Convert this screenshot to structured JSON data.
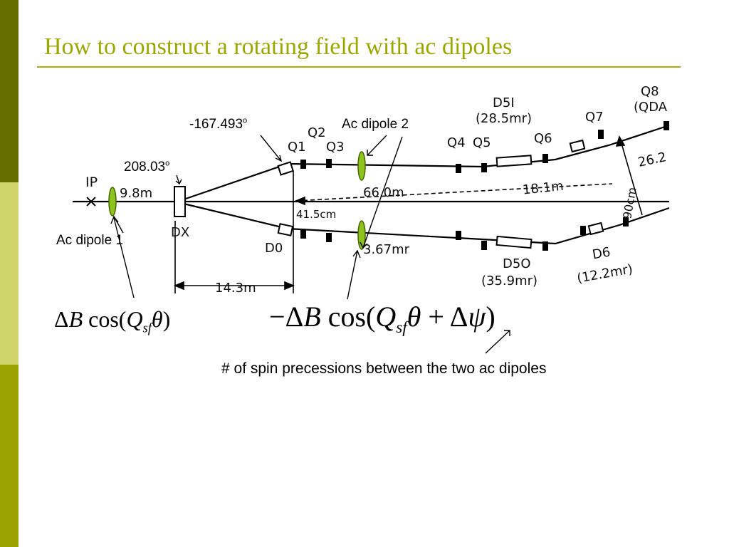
{
  "slide": {
    "title": "How to construct a rotating field with ac dipoles",
    "colors": {
      "title": "#9aa800",
      "rule": "#a8b000",
      "sidebar_top": "#676e00",
      "sidebar_mid": "#cfd46a",
      "sidebar_bottom": "#9aa300",
      "dipole_fill": "#8ec21d",
      "dipole_stroke": "#446600"
    }
  },
  "annotations": {
    "phase_top": "-167.493",
    "phase_top_sup": "o",
    "phase_bottom": "208.03",
    "phase_bottom_sup": "o",
    "ac_dipole_1": "Ac dipole 1",
    "ac_dipole_2": "Ac dipole 2",
    "note": "# of spin precessions between the two ac dipoles"
  },
  "formula_1": {
    "delta": "Δ",
    "b": "B",
    "cos": "cos(",
    "q": "Q",
    "sub": "sf",
    "theta": "θ",
    "close": ")"
  },
  "formula_2": {
    "minus": "−",
    "delta": "Δ",
    "b": "B",
    "cos": "cos(",
    "q": "Q",
    "sub": "sf",
    "theta": "θ",
    "plus": " + Δ",
    "psi": "ψ",
    "close": ")"
  },
  "schematic": {
    "ip": "IP",
    "dx": "DX",
    "d0": "D0",
    "q1": "Q1",
    "q2": "Q2",
    "q3": "Q3",
    "q4": "Q4",
    "q5": "Q5",
    "q6": "Q6",
    "q7": "Q7",
    "q8": "Q8",
    "qda": "(QDA",
    "d5i": "D5I",
    "d5i_angle": "(28.5mr)",
    "d5o": "D5O",
    "d5o_angle": "(35.9mr)",
    "d6": "D6",
    "d6_angle": "(12.2mr)",
    "dist_ip_dx": "9.8m",
    "dist_14_3": "14.3m",
    "dist_66": "66.0m",
    "dist_18_1": "18.1m",
    "dist_26": "26.2",
    "dist_90cm": "90cm",
    "dist_41_5cm": "41.5cm",
    "angle_3_67": "3.67mr"
  }
}
